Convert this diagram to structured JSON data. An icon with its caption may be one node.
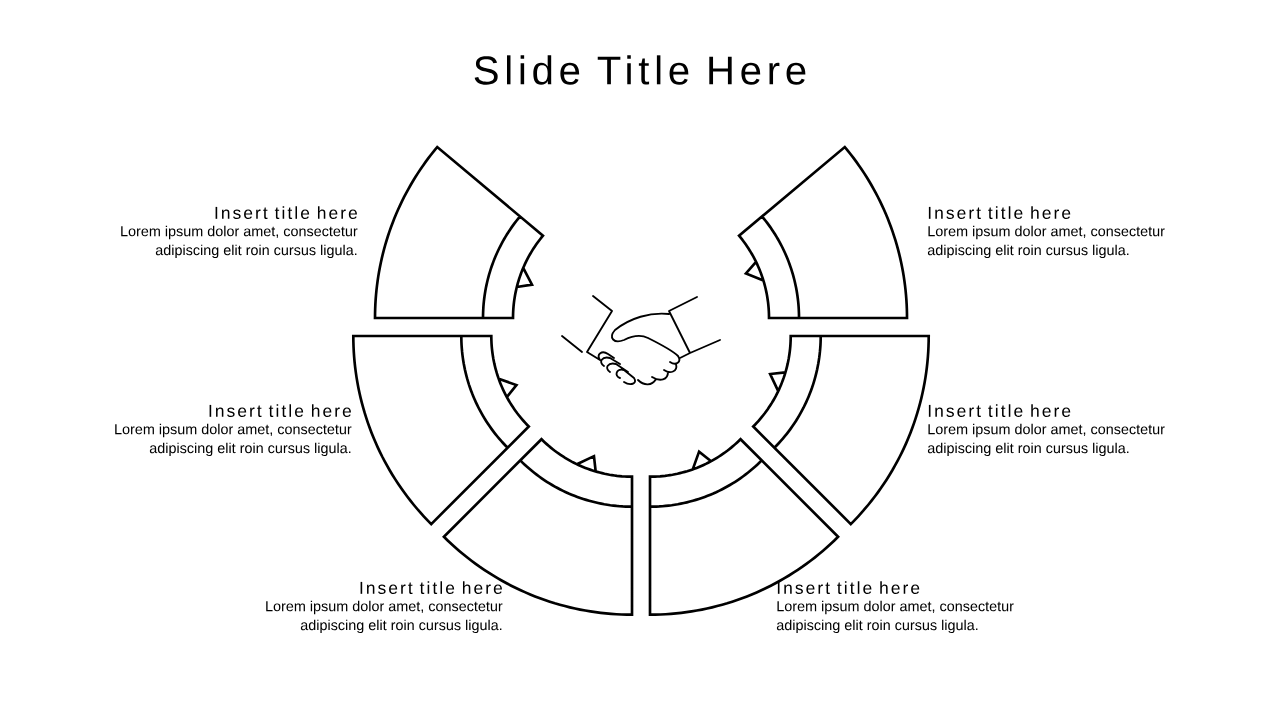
{
  "diagram": {
    "title": "Slide Title Here",
    "nodes": [
      {
        "text": [
          "Insert title here",
          "Lorem ipsum dolor amet, consectetur adipiscing elit roin cursus ligula."
        ]
      },
      {
        "text": [
          "Insert title here",
          "Lorem ipsum dolor amet, consectetur adipiscing elit roin cursus ligula."
        ]
      },
      {
        "text": [
          "Insert title here",
          "Lorem ipsum dolor amet, consectetur adipiscing elit roin cursus ligula."
        ]
      },
      {
        "text": [
          "Insert title here",
          "Lorem ipsum dolor amet, consectetur adipiscing elit roin cursus ligula."
        ]
      },
      {
        "text": [
          "Insert title here",
          "Lorem ipsum dolor amet, consectetur adipiscing elit roin cursus ligula."
        ]
      },
      {
        "text": [
          "Insert title here",
          "Lorem ipsum dolor amet, consectetur adipiscing elit roin cursus ligula."
        ]
      }
    ]
  }
}
